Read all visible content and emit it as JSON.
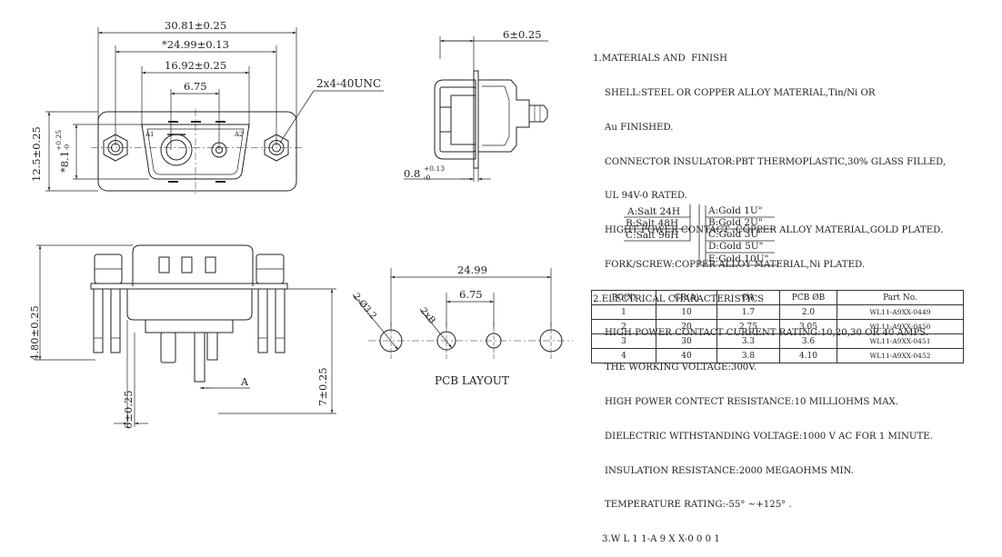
{
  "front_view": {
    "dim_overall_width": "30.81±0.25",
    "dim_hole_spacing": "*24.99±0.13",
    "dim_shell_width": "16.92±0.25",
    "dim_contact_spacing": "6.75",
    "dim_overall_height": "12.5±0.25",
    "dim_shell_height_base": "*8.1",
    "dim_shell_height_tol_top": "+0.25",
    "dim_shell_height_tol_bottom": "-0",
    "thread_callout": "2x4-40UNC",
    "label_a1": "A1",
    "label_a2": "A2"
  },
  "side_view": {
    "dim_length": "6±0.25",
    "dim_thickness_base": "0.8",
    "dim_thickness_tol_top": "+0.13",
    "dim_thickness_tol_bottom": "-0"
  },
  "bottom_view": {
    "dim_height": "4.80±0.25",
    "dim_pin_length": "7±0.25",
    "dim_pin_offset": "6±0.25",
    "label_a": "A"
  },
  "pcb_layout": {
    "title": "PCB LAYOUT",
    "dim_span": "24.99",
    "dim_spacing": "6.75",
    "hole_callout_1": "2-Ø3.2",
    "hole_callout_2": "2xB"
  },
  "notes": {
    "lines": [
      {
        "text": "1.MATERIALS AND  FINISH",
        "indent": false
      },
      {
        "text": "SHELL:STEEL OR COPPER ALLOY MATERIAL,Tin/Ni OR",
        "indent": true
      },
      {
        "text": "Au FINISHED.",
        "indent": true
      },
      {
        "text": "CONNECTOR INSULATOR:PBT THERMOPLASTIC,30% GLASS FILLED,",
        "indent": true
      },
      {
        "text": "UL 94V-0 RATED.",
        "indent": true
      },
      {
        "text": "HIGHT POWER CONTACT :COPPER ALLOY MATERIAL,GOLD PLATED.",
        "indent": true
      },
      {
        "text": "FORK/SCREW:COPPER ALLOY MATERIAL,Ni PLATED.",
        "indent": true
      },
      {
        "text": "2.ELECTRICAL CHARACTERISTICS",
        "indent": false
      },
      {
        "text": "HIGH POWER CONTACT CURRENT RATING:10,20,30 OR 40 AMPS.",
        "indent": true
      },
      {
        "text": "THE WORKING VOLTAGE:300V.",
        "indent": true
      },
      {
        "text": "HIGH POWER CONTECT RESISTANCE:10 MILLIOHMS MAX.",
        "indent": true
      },
      {
        "text": "DIELECTRIC WITHSTANDING VOLTAGE:1000 V AC FOR 1 MINUTE.",
        "indent": true
      },
      {
        "text": "INSULATION RESISTANCE:2000 MEGAOHMS MIN.",
        "indent": true
      },
      {
        "text": "TEMPERATURE RATING:-55° ~+125° .",
        "indent": true
      }
    ],
    "part_code": "3.W L 1 1-A 9 X X-0 0 0 1",
    "salt_options": [
      "A:Salt 24H",
      "B:Salt 48H",
      "C:Salt 96H"
    ],
    "gold_options": [
      "A:Gold 1U\"",
      "B:Gold 2U\"",
      "C:Gold 3U\"",
      "D:Gold 5U\"",
      "E:Gold 10U\""
    ]
  },
  "spec_table": {
    "headers": [
      "PO(X)",
      "CR(A)",
      "ØA",
      "PCB ØB",
      "Part  No."
    ],
    "rows": [
      [
        "1",
        "10",
        "1.7",
        "2.0",
        "WL11-A9XX-0449"
      ],
      [
        "2",
        "20",
        "2.75",
        "3.05",
        "WL11-A9XX-0450"
      ],
      [
        "3",
        "30",
        "3.3",
        "3.6",
        "WL11-A9XX-0451"
      ],
      [
        "4",
        "40",
        "3.8",
        "4.10",
        "WL11-A9XX-0452"
      ]
    ]
  }
}
